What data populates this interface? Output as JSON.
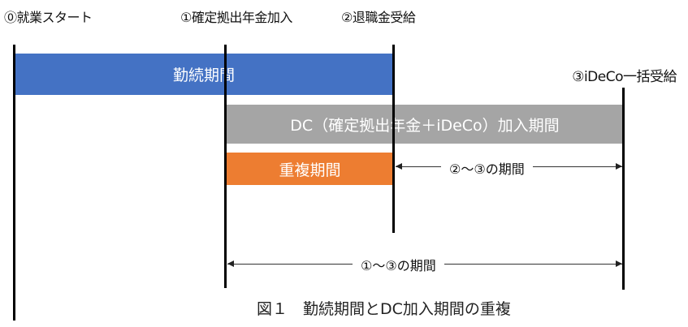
{
  "milestones": {
    "m0": "⓪就業スタート",
    "m1": "①確定拠出年金加入",
    "m2": "②退職金受給",
    "m3": "③iDeCo一括受給"
  },
  "bars": {
    "employment": {
      "label": "勤続期間",
      "color": "#4472C4"
    },
    "dc": {
      "label": "DC（確定拠出年金＋iDeCo）加入期間",
      "color": "#A5A5A5"
    },
    "overlap": {
      "label": "重複期間",
      "color": "#ED7D31"
    }
  },
  "spans": {
    "s23": "②～③の期間",
    "s13": "①～③の期間"
  },
  "caption": "図１　勤続期間とDC加入期間の重複"
}
